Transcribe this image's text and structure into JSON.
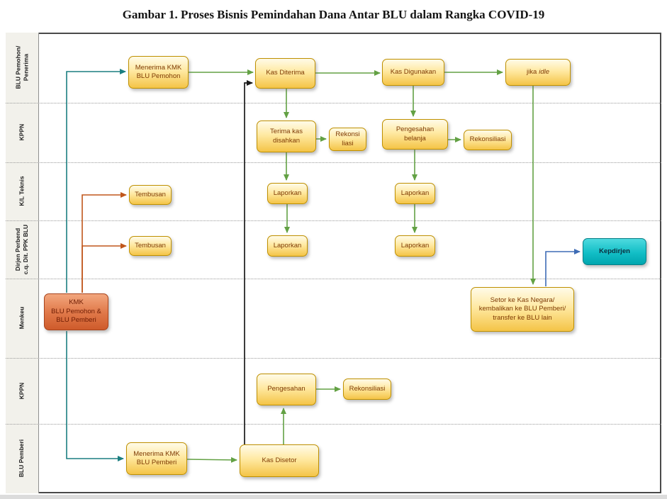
{
  "title": "Gambar 1. Proses Bisnis Pemindahan Dana Antar BLU dalam Rangka COVID-19",
  "lanes": [
    {
      "label": "BLU Pemohon/\nPenerima"
    },
    {
      "label": "KPPN"
    },
    {
      "label": "K/L Teknis"
    },
    {
      "label": "Dirjen Perbend\nc.q. Dit. PPK BLU"
    },
    {
      "label": "Menkeu"
    },
    {
      "label": "KPPN"
    },
    {
      "label": "BLU Pemberi"
    }
  ],
  "nodes": {
    "menerima_kmk_pemohon": "Menerima KMK\nBLU Pemohon",
    "kas_diterima": "Kas Diterima",
    "kas_digunakan": "Kas Digunakan",
    "jika": "jika",
    "idle": "idle",
    "terima_kas_disahkan": "Terima kas\ndisahkan",
    "rekonsi_liasi": "Rekonsi\nliasi",
    "pengesahan_belanja": "Pengesahan\nbelanja",
    "rekonsiliasi_belanja": "Rekonsiliasi",
    "tembusan_kl": "Tembusan",
    "laporkan_kl_terima": "Laporkan",
    "laporkan_kl_belanja": "Laporkan",
    "tembusan_dirjen": "Tembusan",
    "laporkan_dirjen_terima": "Laporkan",
    "laporkan_dirjen_belanja": "Laporkan",
    "kepdirjen": "Kepdirjen",
    "kmk": "KMK\nBLU Pemohon &\nBLU Pemberi",
    "setor": "Setor ke Kas Negara/\nkembalikan ke BLU Pemberi/\ntransfer ke BLU lain",
    "pengesahan": "Pengesahan",
    "rekonsiliasi_pengesahan": "Rekonsiliasi",
    "menerima_kmk_pemberi": "Menerima KMK\nBLU Pemberi",
    "kas_disetor": "Kas Disetor"
  },
  "colors": {
    "arrow_green": "#63A144",
    "arrow_teal": "#1B7E80",
    "arrow_orange": "#C0561B",
    "arrow_black": "#1a1a1a",
    "arrow_blue": "#3E6CB5",
    "node_border": "#BF9000",
    "node_fill": "#F4C447"
  }
}
